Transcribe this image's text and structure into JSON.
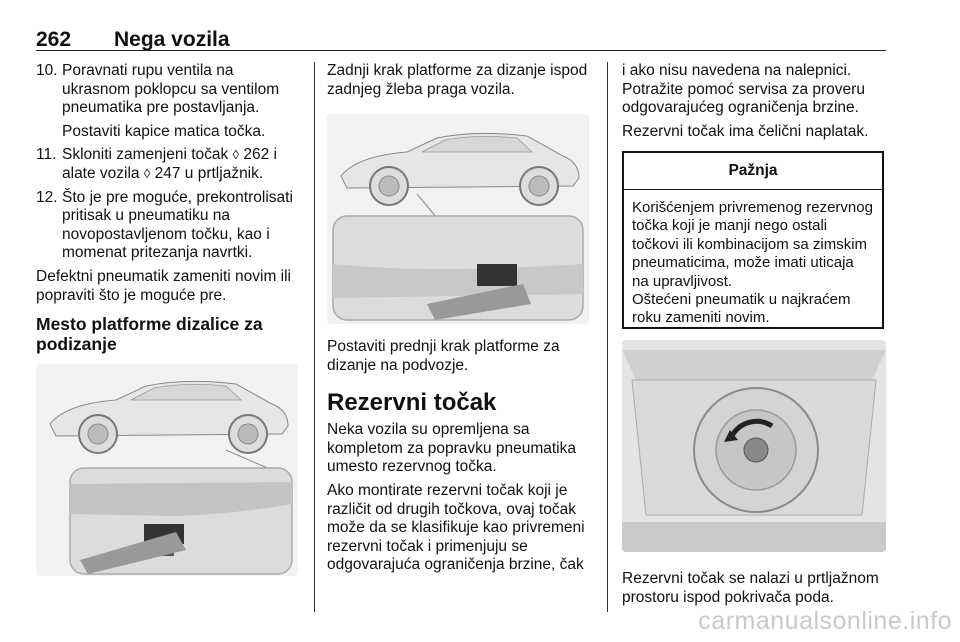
{
  "header": {
    "page_number": "262",
    "title": "Nega vozila"
  },
  "col1": {
    "steps": [
      {
        "num": "10.",
        "text": "Poravnati rupu ventila na ukrasnom poklopcu sa ventilom pneumatika pre postavljanja."
      },
      {
        "num": "11.",
        "text_a": "Skloniti zamenjeni točak ",
        "ref_a": "262",
        "text_b": " i alate vozila ",
        "ref_b": "247",
        "text_c": " u prtljažnik."
      },
      {
        "num": "12.",
        "text": "Što je pre moguće, prekontrolisati pritisak u pneumatiku na novopostavljenom točku, kao i momenat pritezanja navrtki."
      }
    ],
    "step10_sub": "Postaviti kapice matica točka.",
    "para": "Defektni pneumatik zameniti novim ili popraviti što je moguće pre.",
    "subheading": "Mesto platforme dizalice za podizanje"
  },
  "col2": {
    "para1": "Zadnji krak platforme za dizanje ispod zadnjeg žleba praga vozila.",
    "para2": "Postaviti prednji krak platforme za dizanje na podvozje.",
    "section_title": "Rezervni točak",
    "para3": "Neka vozila su opremljena sa kompletom za popravku pneumatika umesto rezervnog točka.",
    "para4": "Ako montirate rezervni točak koji je različit od drugih točkova, ovaj točak može da se klasifikuje kao privremeni rezervni točak i primenjuju se odgovarajuća ograničenja brzine, čak"
  },
  "col3": {
    "para1": "i ako nisu navedena na nalepnici. Potražite pomoć servisa za proveru odgovarajućeg ograničenja brzine.",
    "para2": "Rezervni točak ima čelični naplatak.",
    "warning": {
      "title": "Pažnja",
      "body1": "Korišćenjem privremenog rezervnog točka koji je manji nego ostali točkovi ili kombinacijom sa zimskim pneumaticima, može imati uticaja na upravljivost.",
      "body2": "Oštećeni pneumatik u najkraćem roku zameniti novim."
    },
    "caption": "Rezervni točak se nalazi u prtljažnom prostoru ispod pokrivača poda."
  },
  "ref_glyph": "◊",
  "watermark": "carmanualsonline.info"
}
